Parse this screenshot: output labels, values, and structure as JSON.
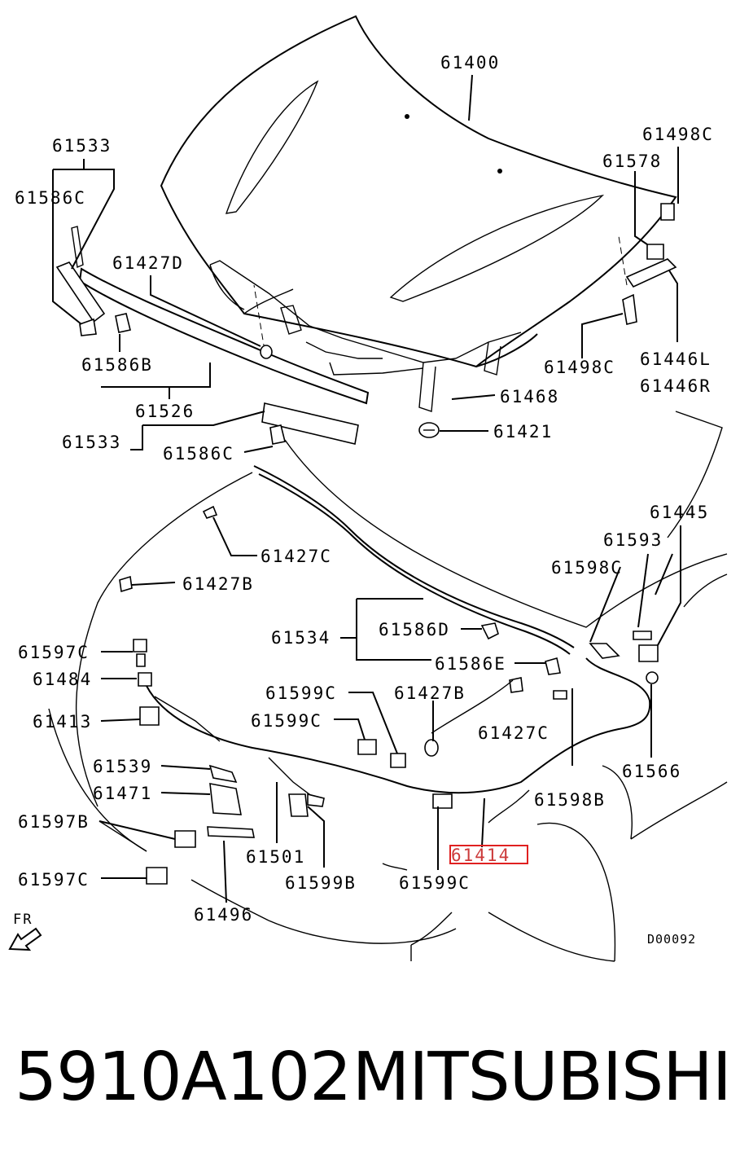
{
  "diagram": {
    "part_labels": [
      "61400",
      "61533",
      "61586C",
      "61427D",
      "61578",
      "61498C",
      "61586B",
      "61526",
      "61498C",
      "61446L",
      "61446R",
      "61468",
      "61533",
      "61586C",
      "61421",
      "61445",
      "61427C",
      "61593",
      "61427B",
      "61598C",
      "61534",
      "61586D",
      "61597C",
      "61586E",
      "61484",
      "61599C",
      "61427B",
      "61599C",
      "61413",
      "61427C",
      "61539",
      "61566",
      "61471",
      "61598B",
      "61597B",
      "61501",
      "61414",
      "61597C",
      "61599B",
      "61599C",
      "61496"
    ],
    "highlighted_part": "61414",
    "front_label": "FR",
    "drawing_code": "D00092"
  },
  "caption": {
    "part_number": "5910A102",
    "brand": "MITSUBISHI"
  }
}
